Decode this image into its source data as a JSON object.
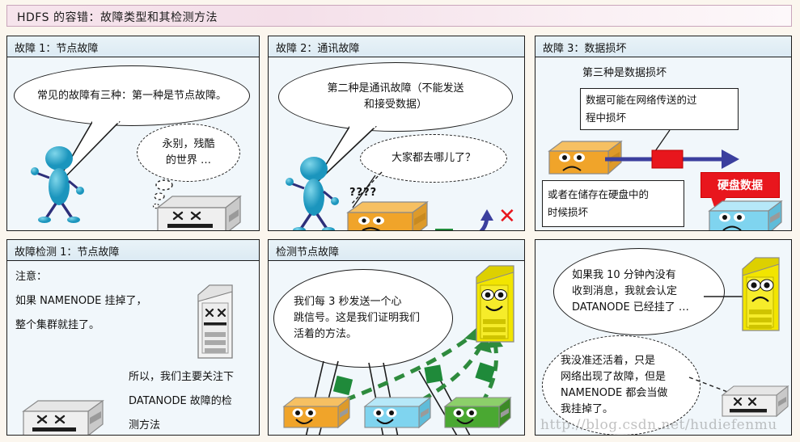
{
  "title_bar": {
    "text": "HDFS 的容错：故障类型和其检测方法"
  },
  "colors": {
    "page_bg": "#fbf6ee",
    "title_bg": "#f4dfe9",
    "panel_bg": "#f1f7fb",
    "panel_header_bg": "#dceaf3",
    "accent_red": "#e8161d",
    "heartbeat_green": "#2e8b3d",
    "namenode_yellow": "#f2e500",
    "datanode_orange": "#f0a42a",
    "datanode_cyan": "#7fd4ef",
    "datanode_green": "#4aa832",
    "character_blue": "#2aa3c8",
    "link_blue": "#3b3f9e"
  },
  "panels": [
    {
      "id": "failure-1",
      "header": "故障 1：节点故障",
      "speech_bubbles": [
        {
          "name": "narrator-bubble",
          "style": "solid",
          "lines": [
            "常见的故障有三种：第一种是节点故障。"
          ]
        },
        {
          "name": "dying-node-thought",
          "style": "dashed",
          "lines": [
            "永别，残酷",
            "的世界 …"
          ]
        }
      ],
      "icons": [
        {
          "name": "character-blue",
          "label": "讲解员"
        },
        {
          "name": "server-dead-gray",
          "label": "宕机的节点"
        }
      ]
    },
    {
      "id": "failure-2",
      "header": "故障 2：通讯故障",
      "speech_bubbles": [
        {
          "name": "narrator-bubble",
          "style": "solid",
          "lines": [
            "第二种是通讯故障（不能发送",
            "和接受数据）"
          ]
        },
        {
          "name": "confused-node-thought",
          "style": "dashed",
          "lines": [
            "大家都去哪儿了？"
          ]
        }
      ],
      "icons": [
        {
          "name": "character-blue",
          "label": "讲解员"
        },
        {
          "name": "server-confused-orange",
          "label": "失联的节点"
        },
        {
          "name": "question-marks",
          "label": "????"
        },
        {
          "name": "broken-link-x",
          "label": "通讯中断"
        }
      ]
    },
    {
      "id": "failure-3",
      "header": "故障 3：数据损坏",
      "plain_text": "第三种是数据损坏",
      "boxes": [
        {
          "name": "corruption-in-transit",
          "lines": [
            "数据可能在网络传送的过",
            "程中损坏"
          ]
        },
        {
          "name": "corruption-on-disk",
          "lines": [
            "或者在储存在硬盘中的",
            "时候损坏"
          ]
        }
      ],
      "callout": {
        "name": "disk-data-callout",
        "text": "硬盘数据"
      },
      "icons": [
        {
          "name": "server-sad-orange",
          "label": "发送端节点"
        },
        {
          "name": "server-sad-cyan",
          "label": "接收端节点"
        },
        {
          "name": "corrupt-block-red",
          "label": "损坏的数据块"
        }
      ]
    },
    {
      "id": "detection-1",
      "header": "故障检测 1：节点故障",
      "notes": [
        "注意：",
        "如果 NAMENODE 挂掉了，",
        "整个集群就挂了。"
      ],
      "conclusion": [
        "所以，我们主要关注下",
        "DATANODE 故障的检",
        "测方法"
      ],
      "icons": [
        {
          "name": "namenode-tower-dead",
          "label": "宕机的 NAMENODE"
        },
        {
          "name": "server-dead-gray",
          "label": "宕机的 DATANODE"
        }
      ]
    },
    {
      "id": "detection-heartbeat",
      "header": "检测节点故障",
      "speech_bubbles": [
        {
          "name": "heartbeat-bubble",
          "style": "solid",
          "lines": [
            "我们每 3 秒发送一个心",
            "跳信号。这是我们证明我们",
            "活着的方法。"
          ]
        }
      ],
      "icons": [
        {
          "name": "namenode-tower-happy",
          "label": "NAMENODE"
        },
        {
          "name": "datanode-happy-orange",
          "label": "DATANODE 1"
        },
        {
          "name": "datanode-happy-cyan",
          "label": "DATANODE 2"
        },
        {
          "name": "datanode-happy-green",
          "label": "DATANODE 3"
        },
        {
          "name": "heartbeat-arrow",
          "label": "心跳信号"
        }
      ]
    },
    {
      "id": "detection-timeout",
      "header": "",
      "speech_bubbles": [
        {
          "name": "namenode-timeout-bubble",
          "style": "solid",
          "lines": [
            "如果我 10 分钟內没有",
            "收到消息，我就会认定",
            "DATANODE 已经挂了 …"
          ]
        },
        {
          "name": "datanode-protest-bubble",
          "style": "dashed",
          "lines": [
            "我没准还活着，只是",
            "网络出现了故障，但是",
            "NAMENODE 都会当做",
            "我挂掉了。"
          ]
        }
      ],
      "icons": [
        {
          "name": "namenode-tower-sad",
          "label": "NAMENODE"
        },
        {
          "name": "server-dead-gray",
          "label": "被判定宕机的 DATANODE"
        }
      ]
    }
  ],
  "watermark": {
    "text": "http://blog.csdn.net/hudiefenmu"
  }
}
